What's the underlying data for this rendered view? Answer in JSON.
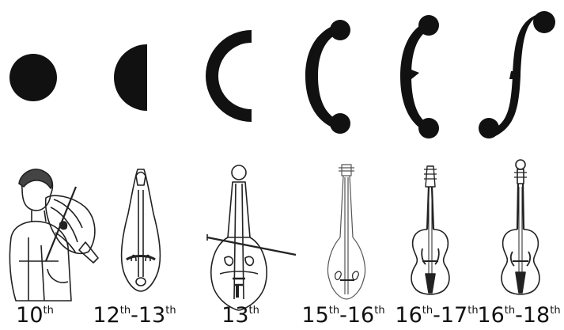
{
  "stages": [
    {
      "century": "10",
      "suffix": "th"
    },
    {
      "century_start": "12",
      "suffix_start": "th",
      "dash": "-",
      "century_end": "13",
      "suffix_end": "th"
    },
    {
      "century": "13",
      "suffix": "th"
    },
    {
      "century_start": "15",
      "suffix_start": "th",
      "dash": "-",
      "century_end": "16",
      "suffix_end": "th"
    },
    {
      "century_start": "16",
      "suffix_start": "th",
      "dash": "-",
      "century_end": "17",
      "suffix_end": "th"
    },
    {
      "century_start": "16",
      "suffix_start": "th",
      "dash": "-",
      "century_end": "18",
      "suffix_end": "th"
    }
  ],
  "glyphs": [
    "full-circle-soundhole-icon",
    "half-moon-soundhole-icon",
    "crescent-soundhole-icon",
    "c-hole-soundhole-icon",
    "notched-c-hole-soundhole-icon",
    "f-hole-soundhole-icon"
  ],
  "colors": {
    "ink": "#111111",
    "line": "#222222",
    "background": "#ffffff"
  }
}
